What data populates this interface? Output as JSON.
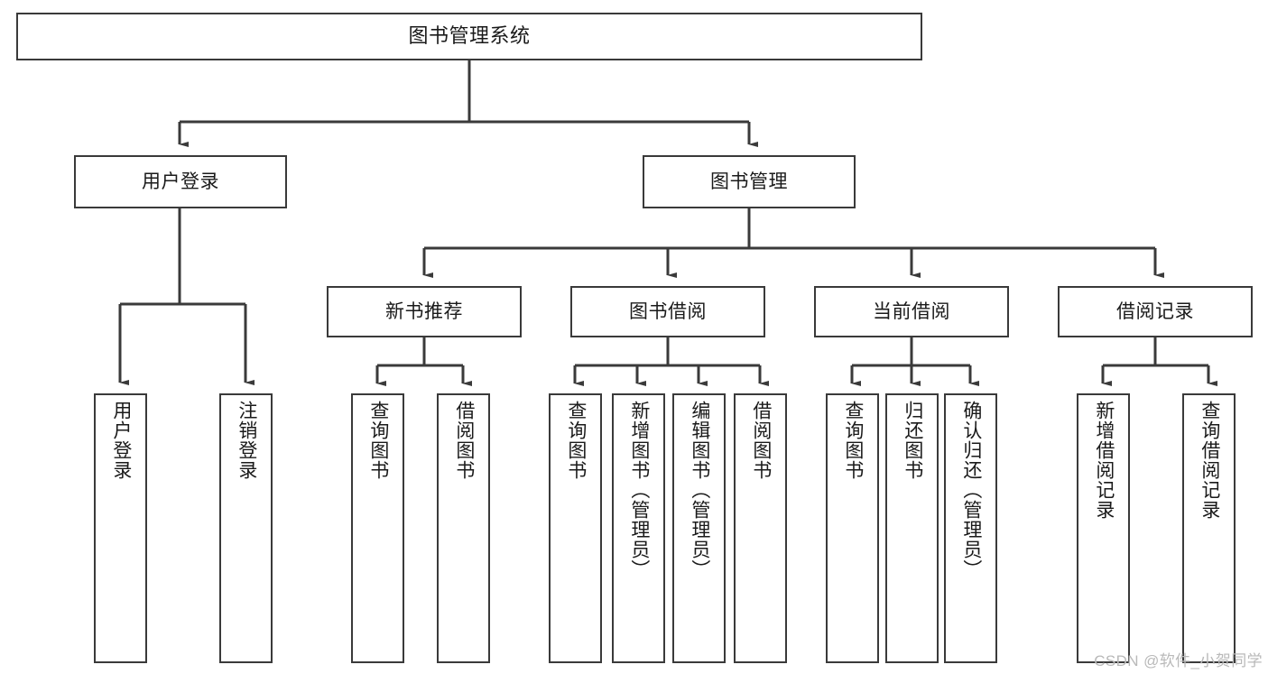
{
  "diagram": {
    "title": "图书管理系统",
    "type": "功能结构图",
    "watermark": "CSDN @软件_小贺同学",
    "line_color": "#3a3a3a",
    "background_color": "#ffffff",
    "text_color": "#1a1a1a",
    "watermark_color": "#b9b9b9"
  },
  "nodes": {
    "root": {
      "label": "图书管理系统"
    },
    "level1": [
      {
        "id": "user-login",
        "label": "用户登录"
      },
      {
        "id": "book-management",
        "label": "图书管理"
      }
    ],
    "level2": [
      {
        "id": "new-book-recommend",
        "label": "新书推荐"
      },
      {
        "id": "book-borrow",
        "label": "图书借阅"
      },
      {
        "id": "current-borrow",
        "label": "当前借阅"
      },
      {
        "id": "borrow-record",
        "label": "借阅记录"
      }
    ],
    "leaves": {
      "user_login": [
        {
          "id": "leaf-user-login",
          "label": "用户登录"
        },
        {
          "id": "leaf-logout-login",
          "label": "注销登录"
        }
      ],
      "new_book_recommend": [
        {
          "id": "leaf-query-book-1",
          "label": "查询图书"
        },
        {
          "id": "leaf-borrow-book-1",
          "label": "借阅图书"
        }
      ],
      "book_borrow": [
        {
          "id": "leaf-query-book-2",
          "label": "查询图书"
        },
        {
          "id": "leaf-add-book",
          "label": "新增图书（管理员）"
        },
        {
          "id": "leaf-edit-book",
          "label": "编辑图书（管理员）"
        },
        {
          "id": "leaf-borrow-book-2",
          "label": "借阅图书"
        }
      ],
      "current_borrow": [
        {
          "id": "leaf-query-book-3",
          "label": "查询图书"
        },
        {
          "id": "leaf-return-book",
          "label": "归还图书"
        },
        {
          "id": "leaf-confirm-return",
          "label": "确认归还（管理员）"
        }
      ],
      "borrow_record": [
        {
          "id": "leaf-add-record",
          "label": "新增借阅记录"
        },
        {
          "id": "leaf-query-record",
          "label": "查询借阅记录"
        }
      ]
    }
  }
}
